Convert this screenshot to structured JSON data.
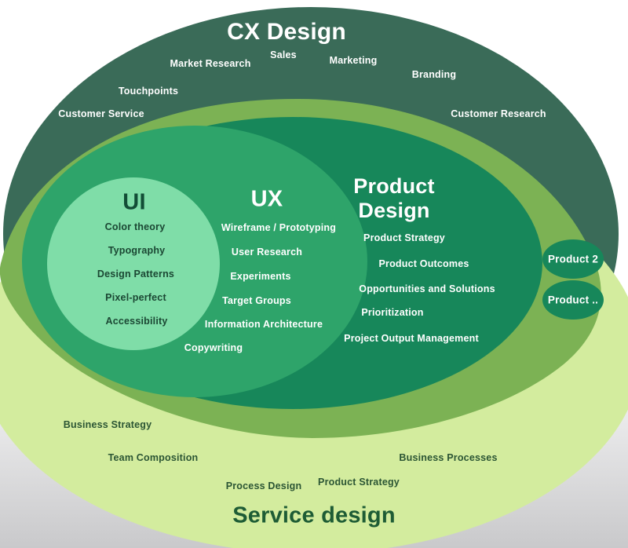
{
  "colors": {
    "cx_fill": "#3A6B58",
    "olive_fill": "#7CB254",
    "service_fill": "#D3EC9E",
    "product_fill": "#17875A",
    "ux_fill": "#2EA46A",
    "ui_fill": "#7FDDA8",
    "bubble_fill": "#17875A",
    "light_text": "#FFFFFF",
    "ui_title_text": "#124D36",
    "ui_item_text": "#1B4733",
    "service_title_text": "#1E5C35",
    "service_item_text": "#2B5534"
  },
  "cx": {
    "title": "CX Design",
    "items": [
      "Market Research",
      "Sales",
      "Marketing",
      "Branding",
      "Touchpoints",
      "Customer Service",
      "Customer Research"
    ]
  },
  "service": {
    "title": "Service design",
    "items": [
      "Business Strategy",
      "Team Composition",
      "Process Design",
      "Product Strategy",
      "Business Processes"
    ]
  },
  "product": {
    "title": "Product Design",
    "items": [
      "Product Strategy",
      "Product Outcomes",
      "Opportunities and Solutions",
      "Prioritization",
      "Project Output Management"
    ],
    "bubbles": [
      "Product 2",
      "Product .."
    ]
  },
  "ux": {
    "title": "UX",
    "items": [
      "Wireframe / Prototyping",
      "User Research",
      "Experiments",
      "Target Groups",
      "Information Architecture",
      "Copywriting"
    ]
  },
  "ui": {
    "title": "UI",
    "items": [
      "Color theory",
      "Typography",
      "Design Patterns",
      "Pixel-perfect",
      "Accessibility"
    ]
  }
}
